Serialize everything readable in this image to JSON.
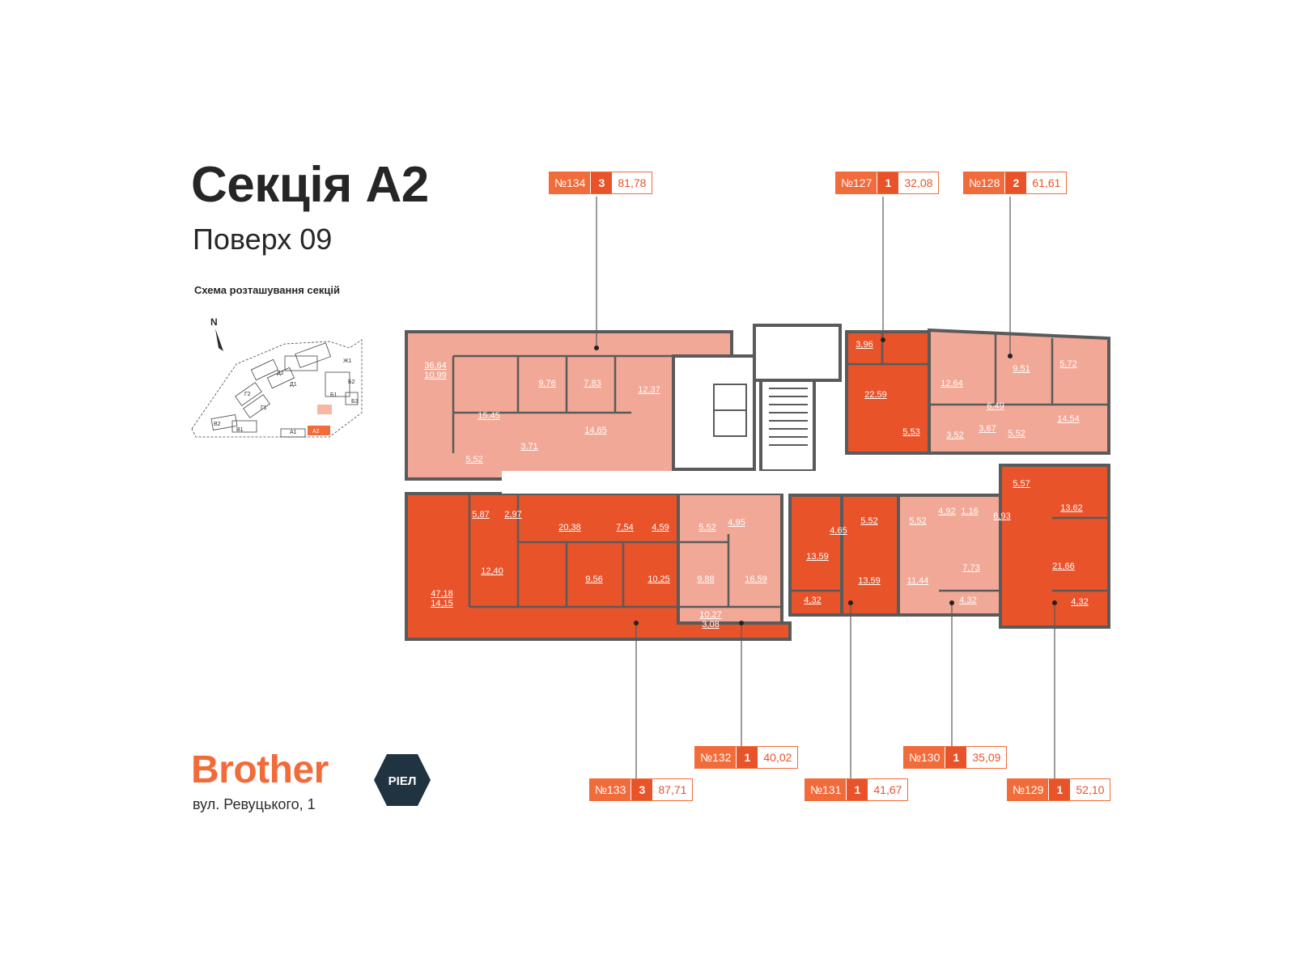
{
  "header": {
    "title": "Секція А2",
    "subtitle": "Поверх 09"
  },
  "scheme": {
    "label": "Схема розташування секцій",
    "north": "N",
    "sections": [
      "Ж1",
      "Д2",
      "Д1",
      "Г2",
      "Г1",
      "В2",
      "В1",
      "Б2",
      "Б1",
      "Б3",
      "А1",
      "А2"
    ]
  },
  "brand": {
    "name": "Brother",
    "badge": "РІЕЛ",
    "address": "вул. Ревуцького, 1"
  },
  "colors": {
    "accent": "#f26b3a",
    "apartment_dark": "#e8532a",
    "apartment_light": "#f2a896",
    "wall": "#5a5a5a"
  },
  "apartments": [
    {
      "number": "№134",
      "rooms": "3",
      "area": "81,78"
    },
    {
      "number": "№127",
      "rooms": "1",
      "area": "32,08"
    },
    {
      "number": "№128",
      "rooms": "2",
      "area": "61,61"
    },
    {
      "number": "№132",
      "rooms": "1",
      "area": "40,02"
    },
    {
      "number": "№130",
      "rooms": "1",
      "area": "35,09"
    },
    {
      "number": "№133",
      "rooms": "3",
      "area": "87,71"
    },
    {
      "number": "№131",
      "rooms": "1",
      "area": "41,67"
    },
    {
      "number": "№129",
      "rooms": "1",
      "area": "52,10"
    }
  ],
  "room_areas": [
    "36,64",
    "10,99",
    "15,45",
    "9,76",
    "7,83",
    "12,37",
    "14,65",
    "5,52",
    "3,71",
    "3,96",
    "22,59",
    "5,53",
    "12,64",
    "3,52",
    "3,67",
    "6,49",
    "5,52",
    "9,51",
    "5,72",
    "14,54",
    "5,87",
    "2,97",
    "20,38",
    "7,54",
    "4,59",
    "5,52",
    "4,95",
    "12,40",
    "9,56",
    "10,25",
    "9,88",
    "16,59",
    "47,18",
    "14,15",
    "10,27",
    "3,08",
    "4,65",
    "5,52",
    "5,52",
    "4,92",
    "1,16",
    "13,59",
    "13,59",
    "11,44",
    "7,73",
    "4,32",
    "4,32",
    "5,57",
    "6,93",
    "13,62",
    "21,66",
    "4,32"
  ]
}
